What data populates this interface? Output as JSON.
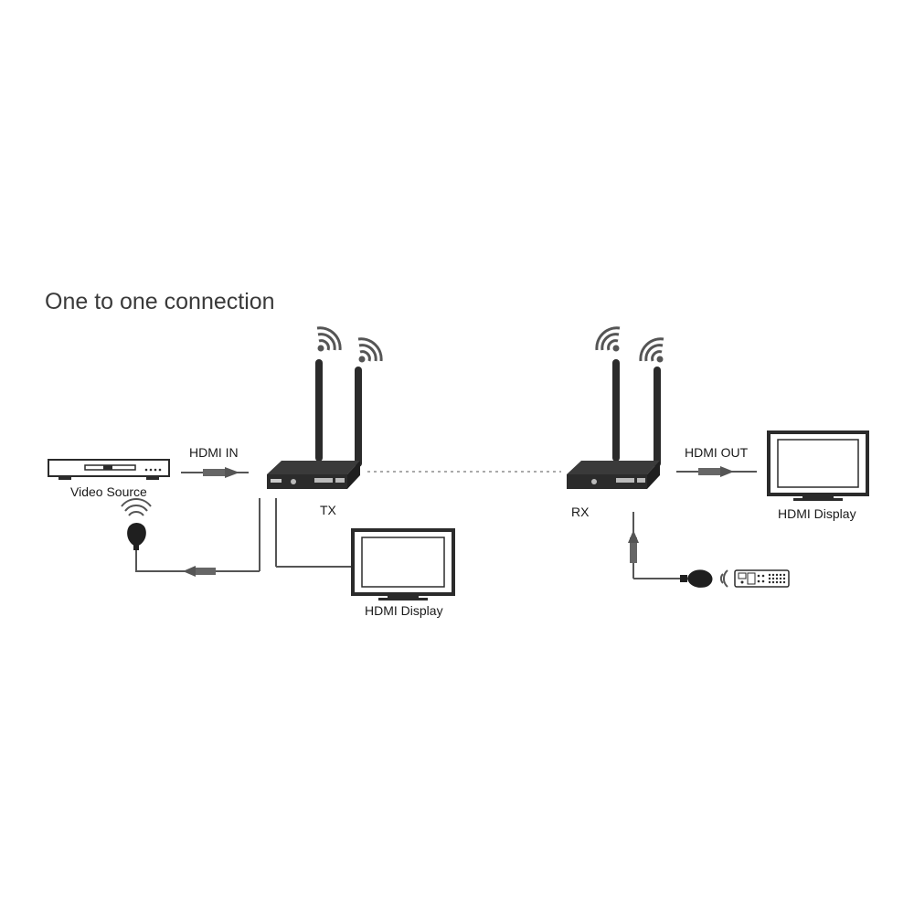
{
  "title": "One to one connection",
  "labels": {
    "video_source": "Video Source",
    "hdmi_in": "HDMI IN",
    "tx": "TX",
    "rx": "RX",
    "hdmi_out": "HDMI OUT",
    "hdmi_display_left": "HDMI Display",
    "hdmi_display_right": "HDMI Display"
  },
  "colors": {
    "line": "#555555",
    "arrow": "#666666",
    "device": "#2b2b2b",
    "dotted_link": "#aaaaaa",
    "wifi": "#555555"
  },
  "icons": [
    "wifi-icon",
    "antenna-icon",
    "dvd-player-icon",
    "monitor-icon",
    "ir-receiver-icon",
    "ir-emitter-icon",
    "remote-control-icon"
  ]
}
